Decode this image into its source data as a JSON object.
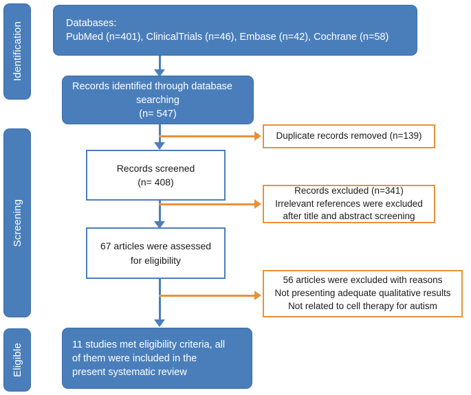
{
  "diagram": {
    "title": "PRISMA flow diagram",
    "colors": {
      "blue_fill": "#4A7EBB",
      "blue_border": "#3A6BA5",
      "orange": "#E8913A",
      "white": "#FFFFFF",
      "text_dark": "#1A1A1A"
    },
    "stages": [
      {
        "key": "identification",
        "label": "Identification"
      },
      {
        "key": "screening",
        "label": "Screening"
      },
      {
        "key": "eligible",
        "label": "Eligible"
      }
    ],
    "nodes": {
      "databases": {
        "kind": "blue",
        "lines": [
          "Databases:",
          "PubMed (n=401), ClinicalTrials (n=46), Embase (n=42), Cochrane (n=58)"
        ]
      },
      "records_identified": {
        "kind": "blue",
        "lines": [
          "Records identified through database",
          "searching",
          "(n= 547)"
        ]
      },
      "records_screened": {
        "kind": "white",
        "lines": [
          "Records screened",
          "(n= 408)"
        ]
      },
      "articles_assessed": {
        "kind": "white",
        "lines": [
          "67 articles were assessed",
          "for eligibility"
        ]
      },
      "included": {
        "kind": "blue",
        "lines": [
          "11 studies met eligibility criteria, all",
          "of them were included in the",
          "present systematic review"
        ]
      },
      "duplicates_removed": {
        "kind": "orange",
        "lines": [
          "Duplicate records removed (n=139)"
        ]
      },
      "records_excluded": {
        "kind": "orange",
        "lines": [
          "Records excluded (n=341)",
          "Irrelevant references were excluded",
          "after title and abstract screening"
        ]
      },
      "articles_excluded": {
        "kind": "orange",
        "lines": [
          "56 articles were excluded with reasons",
          "Not presenting adequate qualitative results",
          "Not related to cell therapy for autism"
        ]
      }
    }
  }
}
